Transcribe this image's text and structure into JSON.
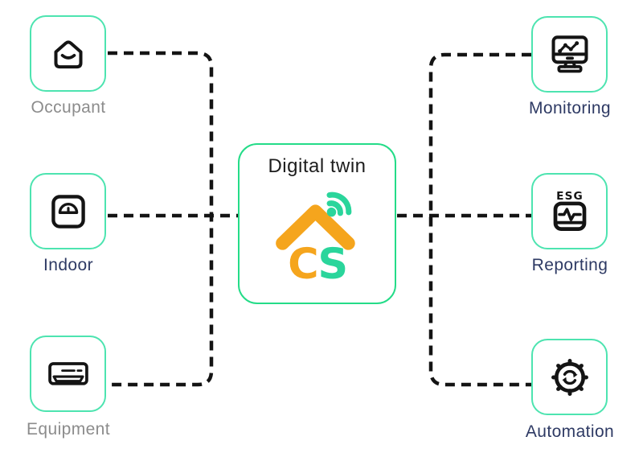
{
  "center": {
    "title": "Digital twin",
    "logo": {
      "letter_c": "C",
      "letter_s": "S",
      "roof_color": "#f5a51d",
      "signal_color": "#2ad59b"
    }
  },
  "nodes": {
    "inputs": [
      {
        "label": "Occupant",
        "icon": "house-smile-icon",
        "label_color": "#8c8c8c"
      },
      {
        "label": "Indoor",
        "icon": "scale-icon",
        "label_color": "#2e3a64"
      },
      {
        "label": "Equipment",
        "icon": "air-conditioner-icon",
        "label_color": "#8c8c8c"
      }
    ],
    "outputs": [
      {
        "label": "Monitoring",
        "icon": "monitor-chart-icon",
        "label_color": "#2e3a64"
      },
      {
        "label": "Reporting",
        "badge": "ESG",
        "icon": "esg-report-icon",
        "label_color": "#2e3a64"
      },
      {
        "label": "Automation",
        "icon": "gear-sync-icon",
        "label_color": "#2e3a64"
      }
    ]
  },
  "colors": {
    "node_border": "#4de4b0",
    "center_border": "#24dc88",
    "connector": "#141414",
    "icon_stroke": "#141414",
    "navy_text": "#2e3a64",
    "gray_text": "#8c8c8c"
  }
}
